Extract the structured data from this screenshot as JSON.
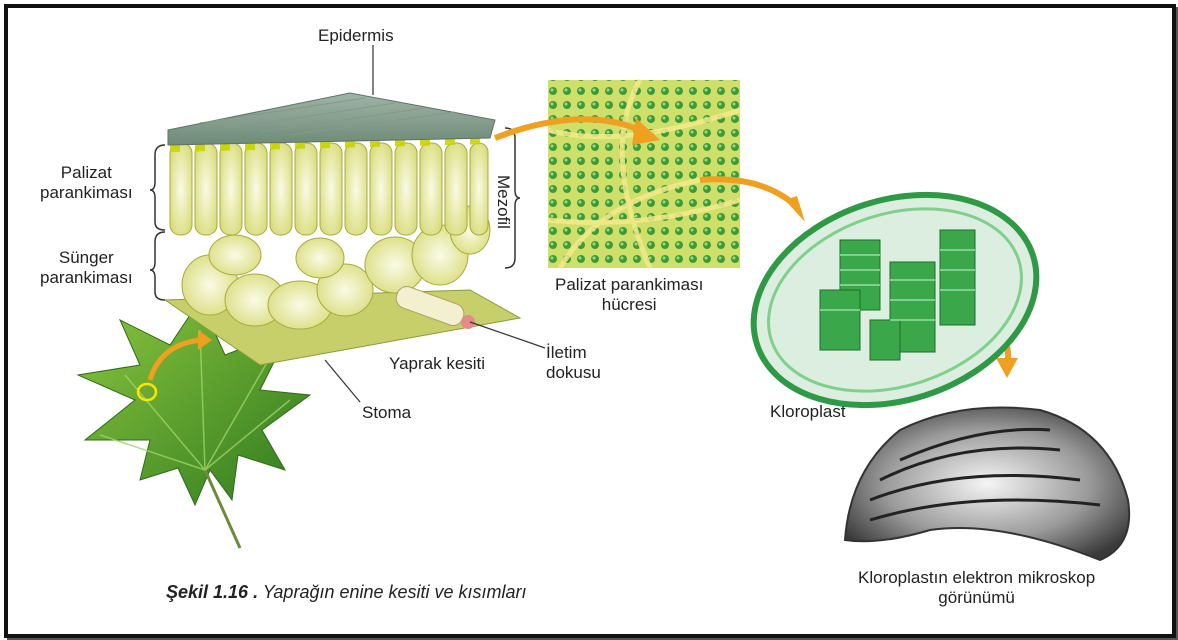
{
  "labels": {
    "epidermis": "Epidermis",
    "palizat_line1": "Palizat",
    "palizat_line2": "parankiması",
    "sunger_line1": "Sünger",
    "sunger_line2": "parankiması",
    "mezofil": "Mezofil",
    "palizat_cell_line1": "Palizat parankiması",
    "palizat_cell_line2": "hücresi",
    "yaprak_kesiti": "Yaprak kesiti",
    "iletim_line1": "İletim",
    "iletim_line2": "dokusu",
    "stoma": "Stoma",
    "kloroplast": "Kloroplast",
    "em_line1": "Kloroplastın elektron mikroskop",
    "em_line2": "görünümü"
  },
  "caption": {
    "figure_number": "Şekil 1.16 .",
    "text": " Yaprağın enine kesiti ve kısımları"
  },
  "colors": {
    "leaf_green": "#4f9a2e",
    "cell_yellow": "#e9ec9a",
    "chloroplast_green": "#3aa84a",
    "arrow_orange": "#f0a020"
  }
}
